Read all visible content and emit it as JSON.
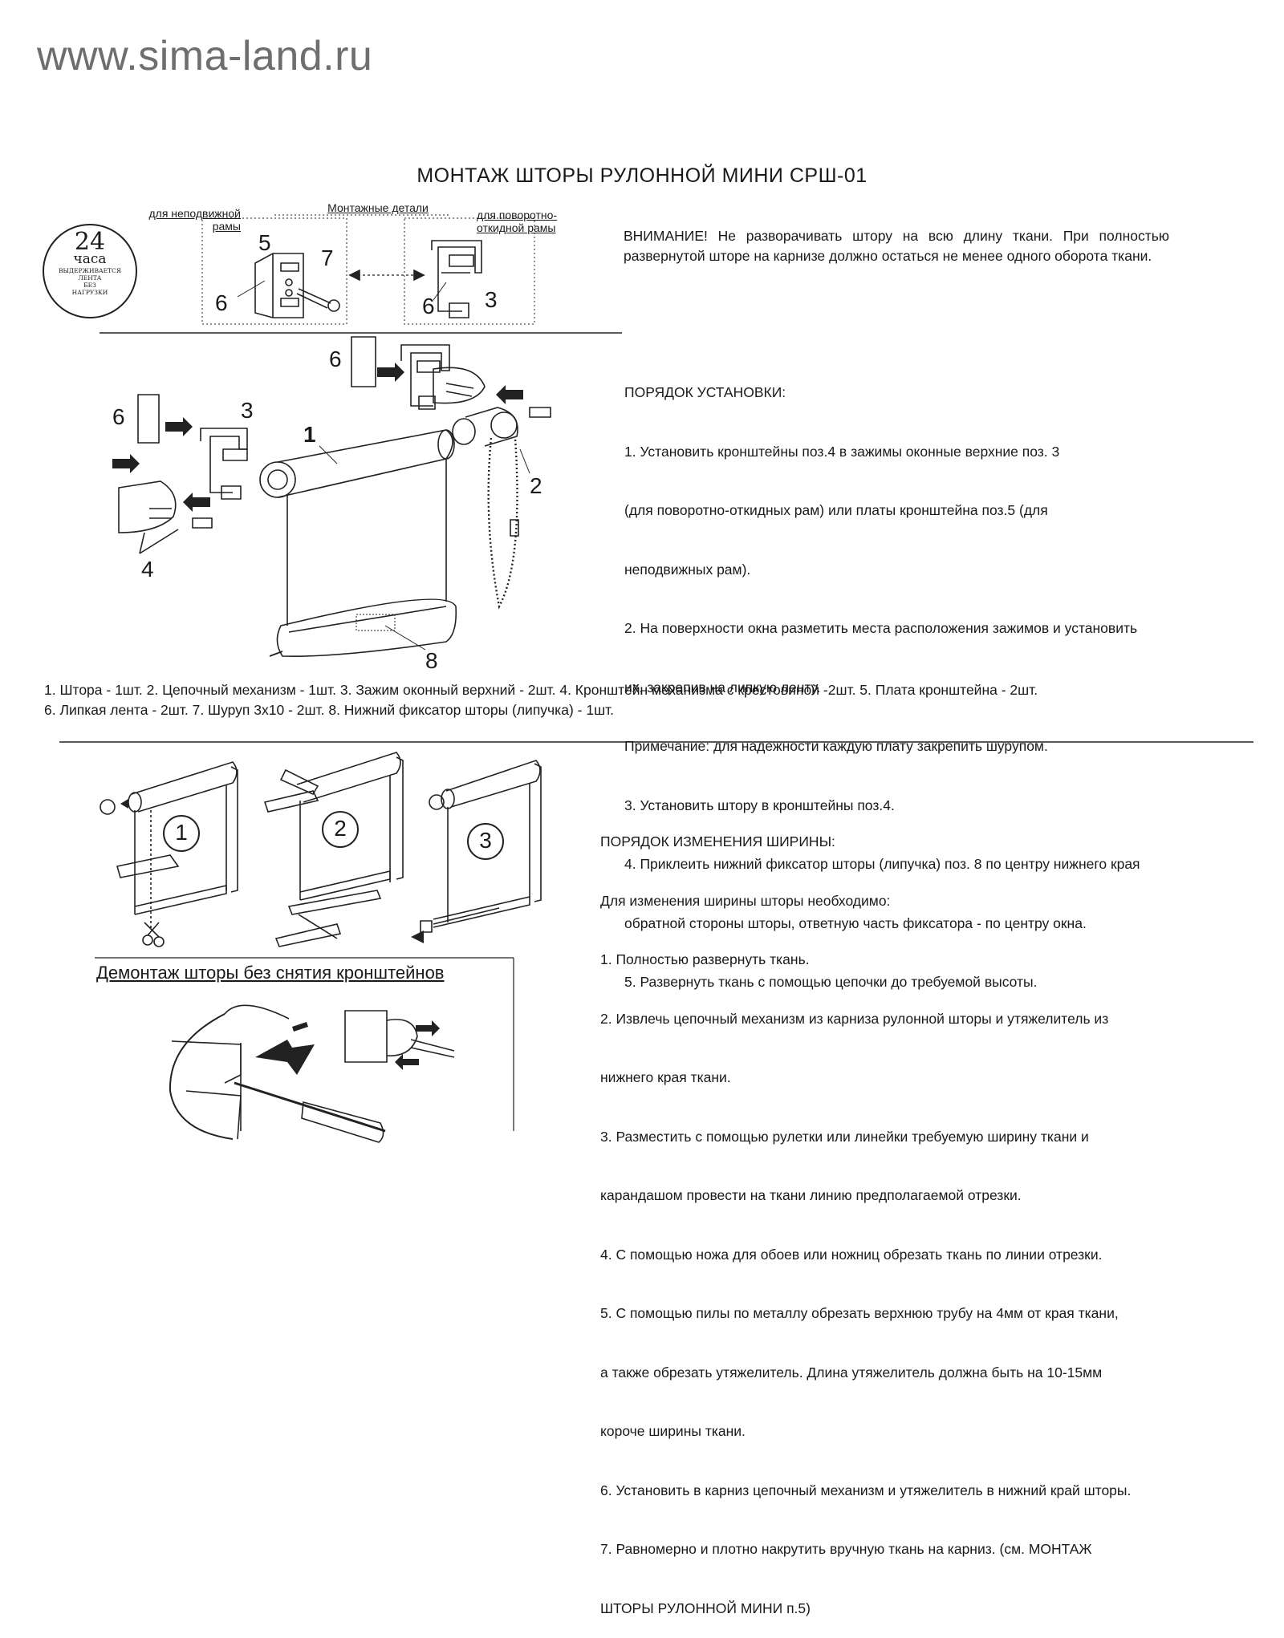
{
  "site": "www.sima-land.ru",
  "title": "МОНТАЖ ШТОРЫ РУЛОННОЙ МИНИ СРШ-01",
  "badge": {
    "hours": "24",
    "unit": "часа",
    "line1": "ВЫДЕРЖИВАЕТСЯ",
    "line2": "ЛЕНТА",
    "line3": "БЕЗ",
    "line4": "НАГРУЗКИ"
  },
  "mount_parts": {
    "header": "Монтажные детали",
    "fixed_frame": "для неподвижной рамы",
    "tilt_frame": "для поворотно-откидной рамы"
  },
  "warning": "ВНИМАНИЕ! Не разворачивать штору на всю длину ткани. При полностью развернутой шторе на карнизе должно остаться не менее одного оборота ткани.",
  "install": {
    "header": "ПОРЯДОК УСТАНОВКИ:",
    "steps": [
      "1. Установить кронштейны поз.4 в зажимы оконные верхние поз. 3",
      "(для поворотно-откидных рам) или платы кронштейна поз.5 (для",
      "неподвижных рам).",
      "2. На поверхности окна разметить места расположения зажимов и установить",
      "их, закрепив на липкую ленту.",
      "Примечание: для надежности каждую плату закрепить шурупом.",
      "3. Установить штору в кронштейны поз.4.",
      "4. Приклеить нижний фиксатор шторы (липучка) поз. 8 по центру нижнего края",
      "обратной стороны шторы, ответную часть фиксатора - по центру окна.",
      "5. Развернуть ткань с помощью цепочки до требуемой высоты."
    ]
  },
  "callouts": {
    "n1": "1",
    "n2": "2",
    "n3": "3",
    "n4": "4",
    "n5": "5",
    "n6": "6",
    "n7": "7",
    "n8": "8"
  },
  "parts_list": [
    "1. Штора - 1шт. 2. Цепочный механизм - 1шт. 3. Зажим оконный верхний - 2шт. 4. Кронштейн механизма с крестовиной -2шт. 5. Плата кронштейна - 2шт.",
    "6. Липкая лента - 2шт. 7. Шуруп 3х10 - 2шт. 8. Нижний фиксатор шторы (липучка) - 1шт."
  ],
  "width_change": {
    "header": "ПОРЯДОК ИЗМЕНЕНИЯ ШИРИНЫ:",
    "lines": [
      "Для изменения ширины шторы необходимо:",
      "1. Полностью развернуть ткань.",
      "2. Извлечь цепочный механизм из карниза рулонной шторы и утяжелитель из",
      "нижнего края ткани.",
      "3. Разместить с помощью рулетки или линейки требуемую ширину ткани и",
      "карандашом провести на ткани линию предполагаемой отрезки.",
      "4. С помощью ножа для обоев или ножниц обрезать ткань по линии отрезки.",
      "5. С помощью пилы по металлу обрезать верхнюю трубу на 4мм от края ткани,",
      "а также обрезать утяжелитель. Длина утяжелитель должна быть на 10-15мм",
      "короче ширины ткани.",
      "6. Установить в карниз цепочный механизм и утяжелитель в нижний край шторы.",
      "7. Равномерно и плотно накрутить вручную ткань на карниз. (см. МОНТАЖ",
      "ШТОРЫ РУЛОННОЙ МИНИ п.5)"
    ]
  },
  "step_badges": [
    "1",
    "2",
    "3"
  ],
  "dismount_title": "Демонтаж шторы без снятия кронштейнов",
  "colors": {
    "text": "#1a1a1a",
    "site": "#6e6e6e",
    "line": "#222222"
  }
}
